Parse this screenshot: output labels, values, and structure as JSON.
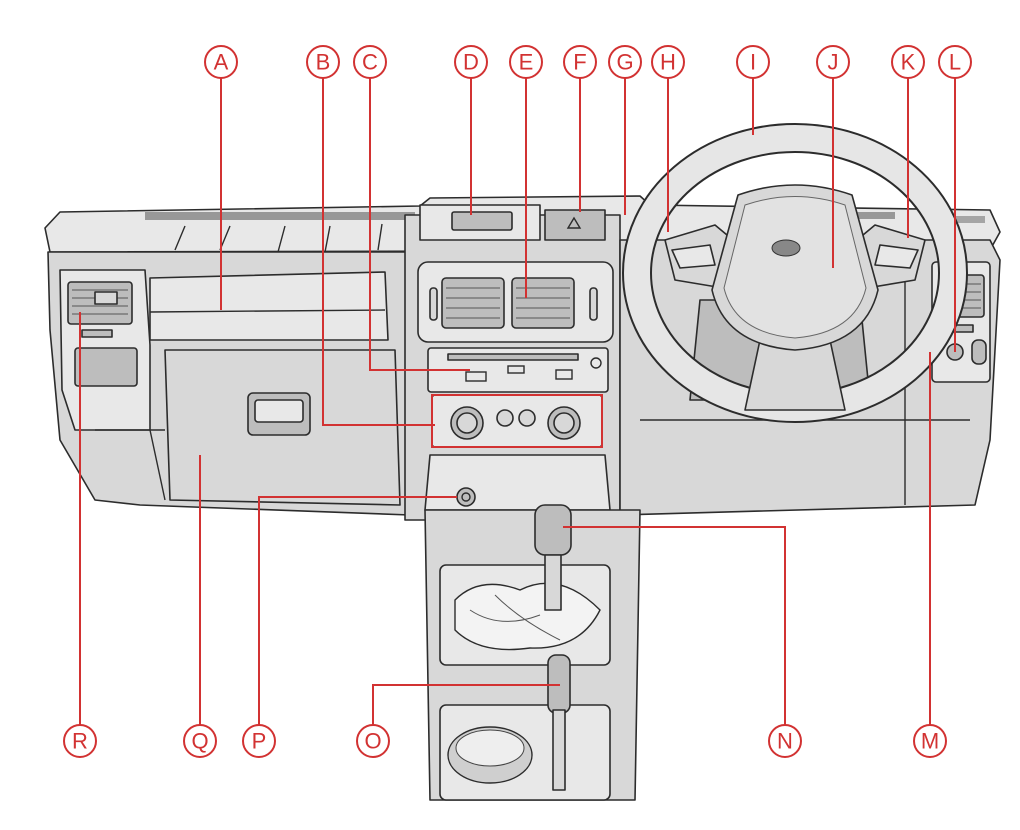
{
  "colors": {
    "callout": "#d23232",
    "body": "#d8d8d8",
    "outline": "#2c2c2c"
  },
  "callouts": [
    {
      "id": "A",
      "label": "A",
      "part": "dashboard-upper-panel"
    },
    {
      "id": "B",
      "label": "B",
      "part": "climate-control-knobs"
    },
    {
      "id": "C",
      "label": "C",
      "part": "audio-unit"
    },
    {
      "id": "D",
      "label": "D",
      "part": "center-display"
    },
    {
      "id": "E",
      "label": "E",
      "part": "center-air-vents"
    },
    {
      "id": "F",
      "label": "F",
      "part": "hazard-switch"
    },
    {
      "id": "G",
      "label": "G",
      "part": "instrument-cluster"
    },
    {
      "id": "H",
      "label": "H",
      "part": "steering-controls-left"
    },
    {
      "id": "I",
      "label": "I",
      "part": "steering-wheel"
    },
    {
      "id": "J",
      "label": "J",
      "part": "airbag-horn-pad"
    },
    {
      "id": "K",
      "label": "K",
      "part": "steering-controls-right"
    },
    {
      "id": "L",
      "label": "L",
      "part": "side-switch-panel"
    },
    {
      "id": "M",
      "label": "M",
      "part": "lower-switch-panel"
    },
    {
      "id": "N",
      "label": "N",
      "part": "gear-lever"
    },
    {
      "id": "O",
      "label": "O",
      "part": "parking-brake-lever"
    },
    {
      "id": "P",
      "label": "P",
      "part": "power-socket"
    },
    {
      "id": "Q",
      "label": "Q",
      "part": "glove-box"
    },
    {
      "id": "R",
      "label": "R",
      "part": "side-air-vent"
    }
  ]
}
